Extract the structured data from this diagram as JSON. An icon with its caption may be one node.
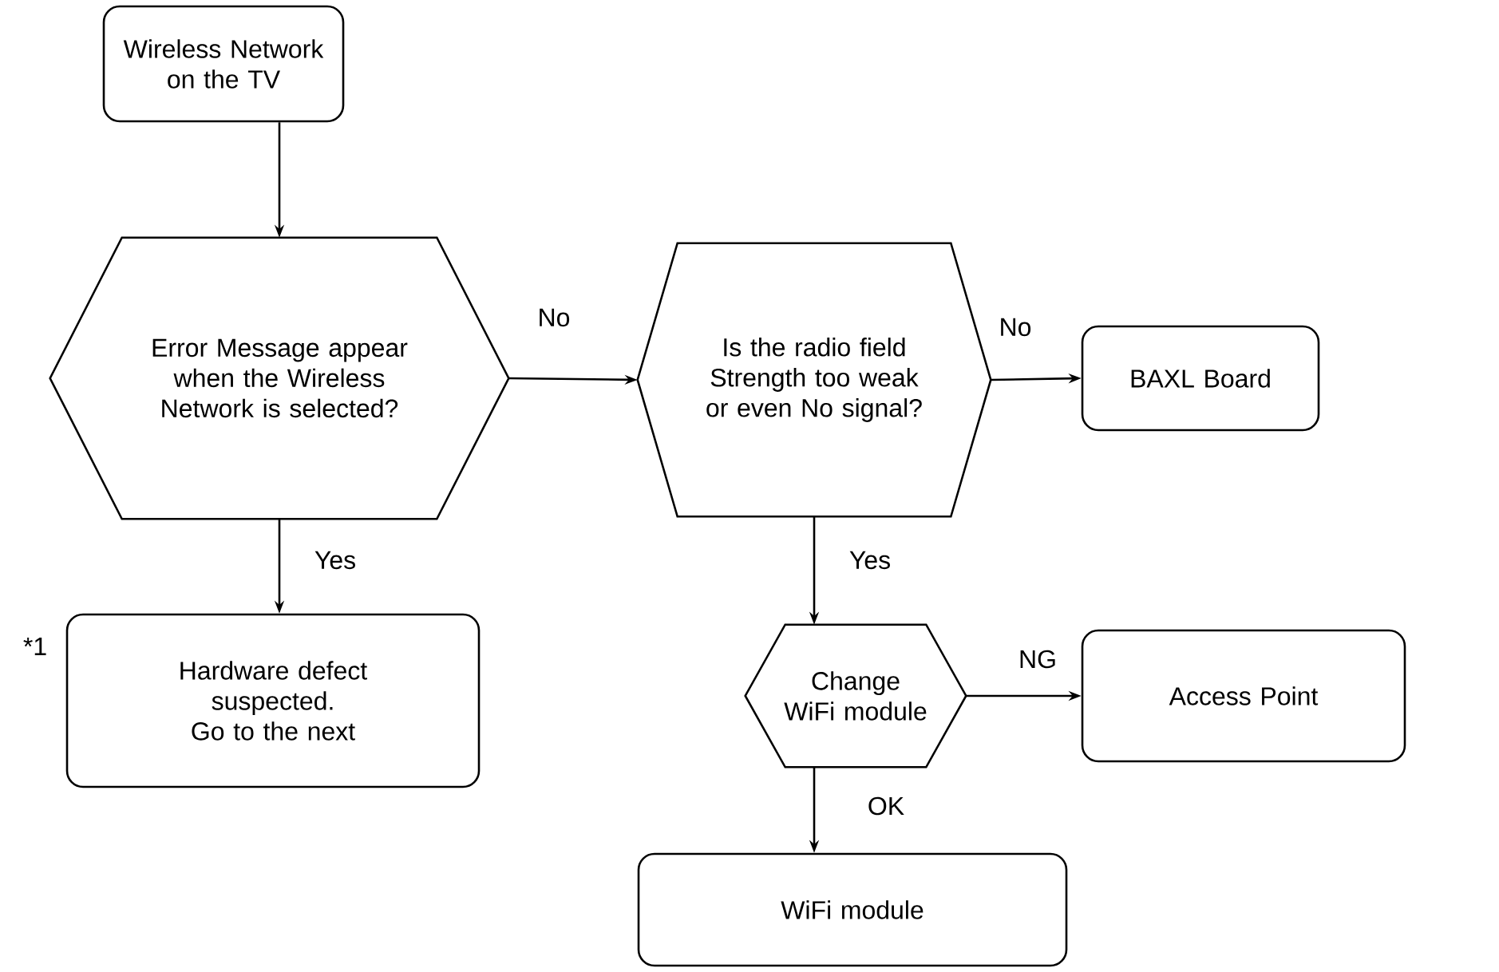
{
  "diagram": {
    "nodes": [
      {
        "text": [
          "Wireless Network on the TV"
        ]
      },
      {
        "text": [
          "Error Message appear when the Wireless Network is selected?"
        ]
      },
      {
        "text": [
          "Is the radio field Strength too weak or even No signal?"
        ]
      },
      {
        "text": [
          "BAXL Board"
        ]
      },
      {
        "text": [
          "Hardware defect suspected. Go to the next"
        ],
        "beside": [
          "*1"
        ]
      },
      {
        "text": [
          "Change WiFi module"
        ]
      },
      {
        "text": [
          "Access Point"
        ]
      },
      {
        "text": [
          "WiFi module"
        ]
      }
    ],
    "edges": [
      {
        "from": 0,
        "to": 1,
        "arrow": "to"
      },
      {
        "from": 1,
        "to": 2,
        "arrow": "to",
        "label": "No"
      },
      {
        "from": 2,
        "to": 3,
        "arrow": "to",
        "label": "No"
      },
      {
        "from": 1,
        "to": 4,
        "arrow": "to",
        "label": "Yes"
      },
      {
        "from": 2,
        "to": 5,
        "arrow": "to",
        "label": "Yes"
      },
      {
        "from": 5,
        "to": 6,
        "arrow": "to",
        "label": "NG"
      },
      {
        "from": 5,
        "to": 7,
        "arrow": "to",
        "label": "OK"
      }
    ]
  }
}
